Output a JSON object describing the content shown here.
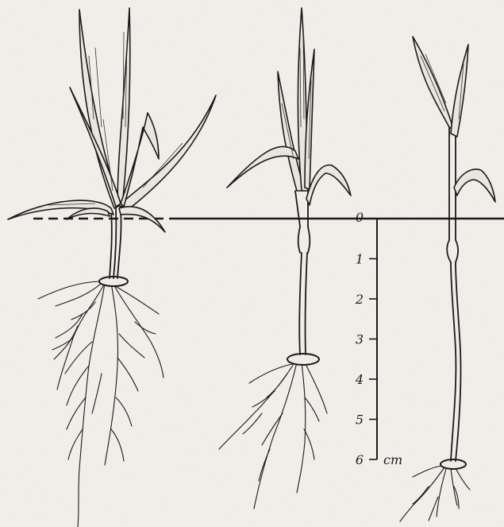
{
  "scale": {
    "ticks": [
      "0",
      "1",
      "2",
      "3",
      "4",
      "5",
      "6"
    ],
    "unit": "cm"
  },
  "plants": [
    {
      "name": "left-seedling",
      "seed_depth_cm": 1.5
    },
    {
      "name": "middle-seedling",
      "seed_depth_cm": 3.6
    },
    {
      "name": "right-seedling",
      "seed_depth_cm": 6.0
    }
  ],
  "colors": {
    "ink": "#1a1a1a",
    "paper": "#f3f1ec"
  }
}
